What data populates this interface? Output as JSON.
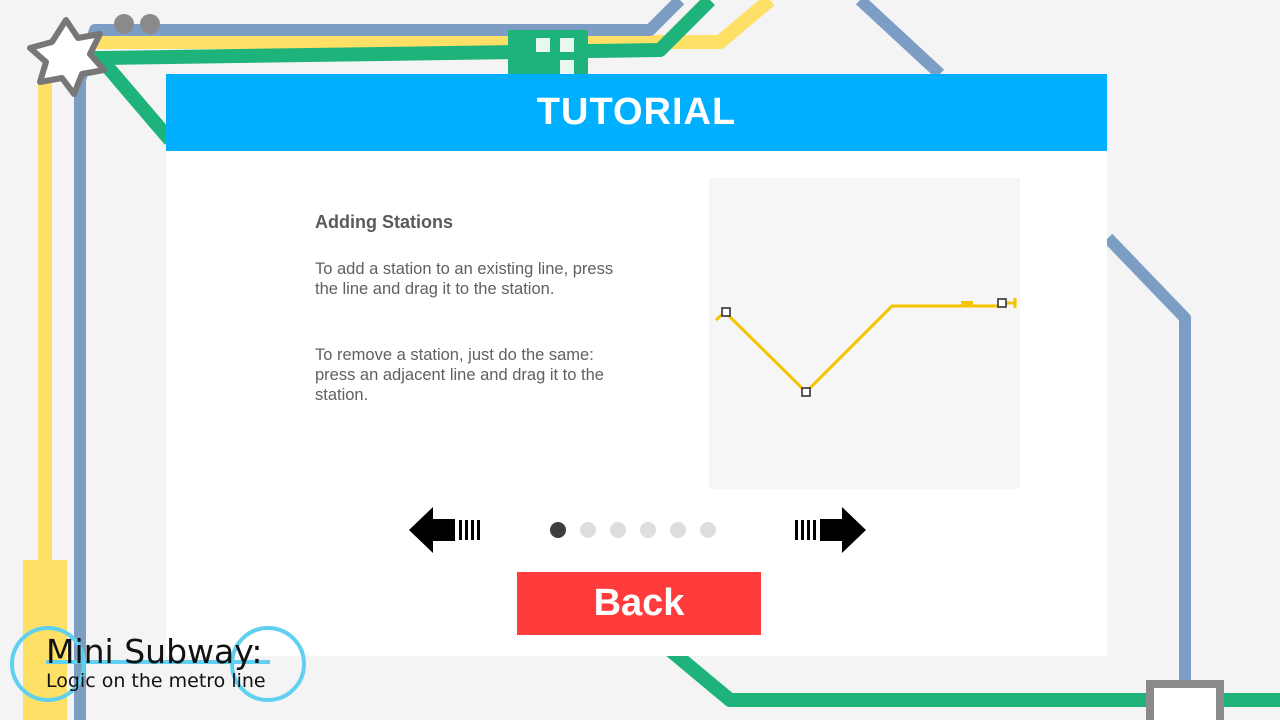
{
  "colors": {
    "header_bg": "#00b0ff",
    "back_button_bg": "#ff3b3b",
    "demo_line": "#f5c400",
    "line_yellow": "#ffe066",
    "line_green": "#1db37a",
    "line_blue": "#7d9ec4",
    "watermark_ring": "#5fd0f0"
  },
  "tutorial": {
    "title": "TUTORIAL",
    "heading": "Adding Stations",
    "paragraphs": [
      "To add a station to an existing line, press the line and drag it to the station.",
      "To remove a station, just do the same: press an adjacent line and drag it to the station."
    ],
    "pagination": {
      "total": 6,
      "current": 1
    },
    "prev_icon": "arrow-left-icon",
    "next_icon": "arrow-right-icon",
    "back_label": "Back"
  },
  "watermark": {
    "title": "Mini Subway:",
    "subtitle": "Logic on the metro line"
  }
}
